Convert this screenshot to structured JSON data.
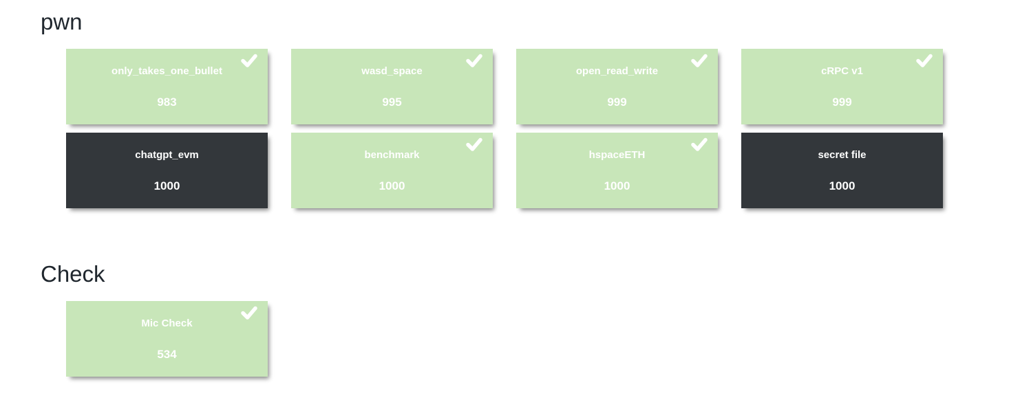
{
  "colors": {
    "solved_bg": "#c8e6b9",
    "unsolved_bg": "#33373b",
    "card_text": "#ffffff",
    "heading_text": "#20272e"
  },
  "icons": {
    "solved_check": "check-icon"
  },
  "sections": [
    {
      "title": "pwn",
      "challenges": [
        {
          "name": "only_takes_one_bullet",
          "points": "983",
          "solved": true
        },
        {
          "name": "wasd_space",
          "points": "995",
          "solved": true
        },
        {
          "name": "open_read_write",
          "points": "999",
          "solved": true
        },
        {
          "name": "cRPC v1",
          "points": "999",
          "solved": true
        },
        {
          "name": "chatgpt_evm",
          "points": "1000",
          "solved": false
        },
        {
          "name": "benchmark",
          "points": "1000",
          "solved": true
        },
        {
          "name": "hspaceETH",
          "points": "1000",
          "solved": true
        },
        {
          "name": "secret file",
          "points": "1000",
          "solved": false
        }
      ]
    },
    {
      "title": "Check",
      "challenges": [
        {
          "name": "Mic Check",
          "points": "534",
          "solved": true
        }
      ]
    }
  ]
}
